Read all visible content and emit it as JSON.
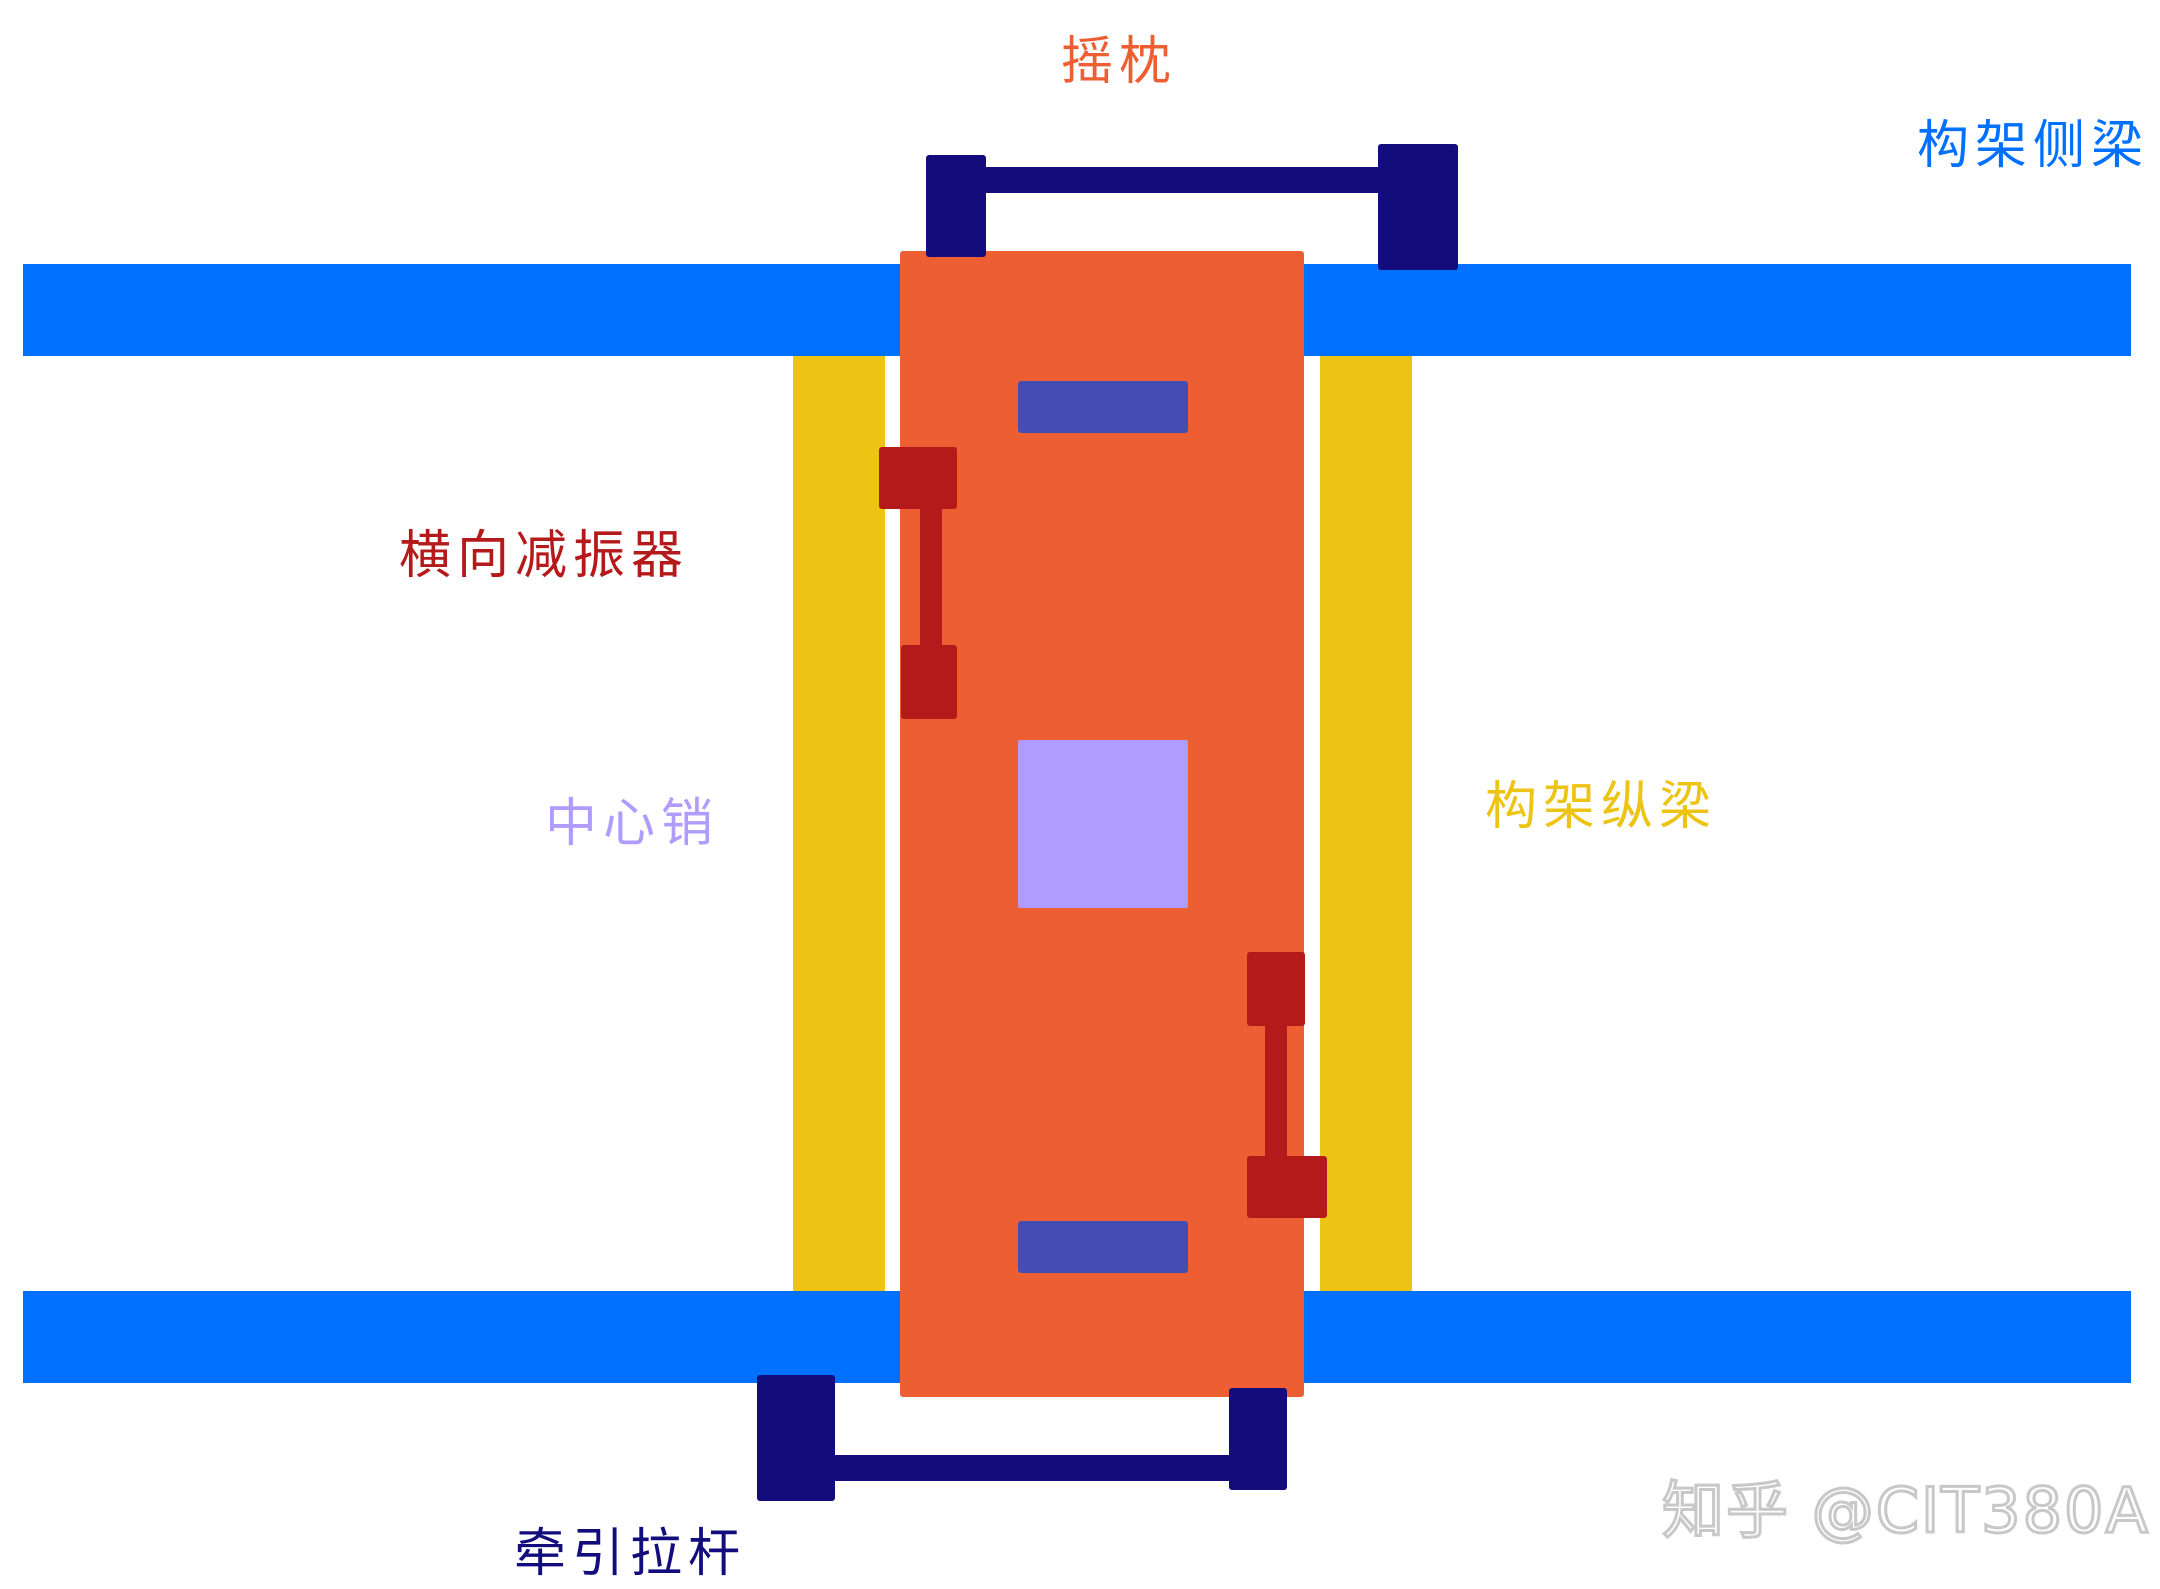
{
  "colors": {
    "frame_side_beam": "#0070FF",
    "frame_longitudinal_beam": "#EDC314",
    "bolster": "#EE5E33",
    "center_pin": "#B09CFF",
    "plate": "#434DB3",
    "lateral_damper": "#B41A1A",
    "traction_rod": "#130C7C",
    "watermark": "#C8C8C8"
  },
  "labels": {
    "bolster": "摇枕",
    "frame_side_beam": "构架侧梁",
    "lateral_damper": "横向减振器",
    "center_pin": "中心销",
    "frame_longitudinal_beam": "构架纵梁",
    "traction_rod": "牵引拉杆"
  },
  "watermark": {
    "text": "知乎 @CIT380A"
  }
}
